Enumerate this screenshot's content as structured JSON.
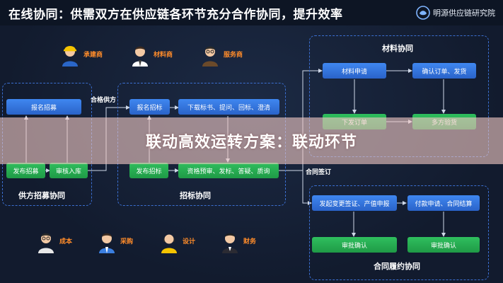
{
  "header": {
    "title": "在线协同：供需双方在供应链各环节充分合作协同，提升效率",
    "brand": "明源供应链研究院"
  },
  "roles_top": [
    {
      "label": "承建商",
      "icon": "worker-icon"
    },
    {
      "label": "材料商",
      "icon": "businessman-icon"
    },
    {
      "label": "服务商",
      "icon": "glasses-man-icon"
    }
  ],
  "roles_bottom": [
    {
      "label": "成本",
      "icon": "glasses-man-icon"
    },
    {
      "label": "采购",
      "icon": "businessman-icon"
    },
    {
      "label": "设计",
      "icon": "woman-icon"
    },
    {
      "label": "财务",
      "icon": "suit-man-icon"
    }
  ],
  "groups": {
    "recruit": {
      "title": "供方招募协同",
      "nodes": [
        "报名招募",
        "发布招募",
        "审核入库"
      ]
    },
    "bidding": {
      "title": "招标协同",
      "nodes": [
        "报名招标",
        "下载标书、提问、回标、澄清",
        "发布招标",
        "资格预审、发标、答疑、质询"
      ]
    },
    "material": {
      "title": "材料协同",
      "nodes": [
        "材料申请",
        "确认订单、发货",
        "下发订单",
        "多方验货"
      ]
    },
    "contract": {
      "title": "合同履约协同",
      "nodes": [
        "发起变更签证、产值申报",
        "付款申请、合同结算",
        "审批确认",
        "审批确认"
      ]
    }
  },
  "edge_labels": {
    "qualified": "合格供方",
    "contract_signed": "合同签订"
  },
  "banner": "联动高效运转方案：联动环节",
  "colors": {
    "background": "#111a2c",
    "node_blue": "#2f73dc",
    "node_green": "#26ae52",
    "dashed_border": "#3b6fd1",
    "role_label": "#ff8c2a"
  }
}
